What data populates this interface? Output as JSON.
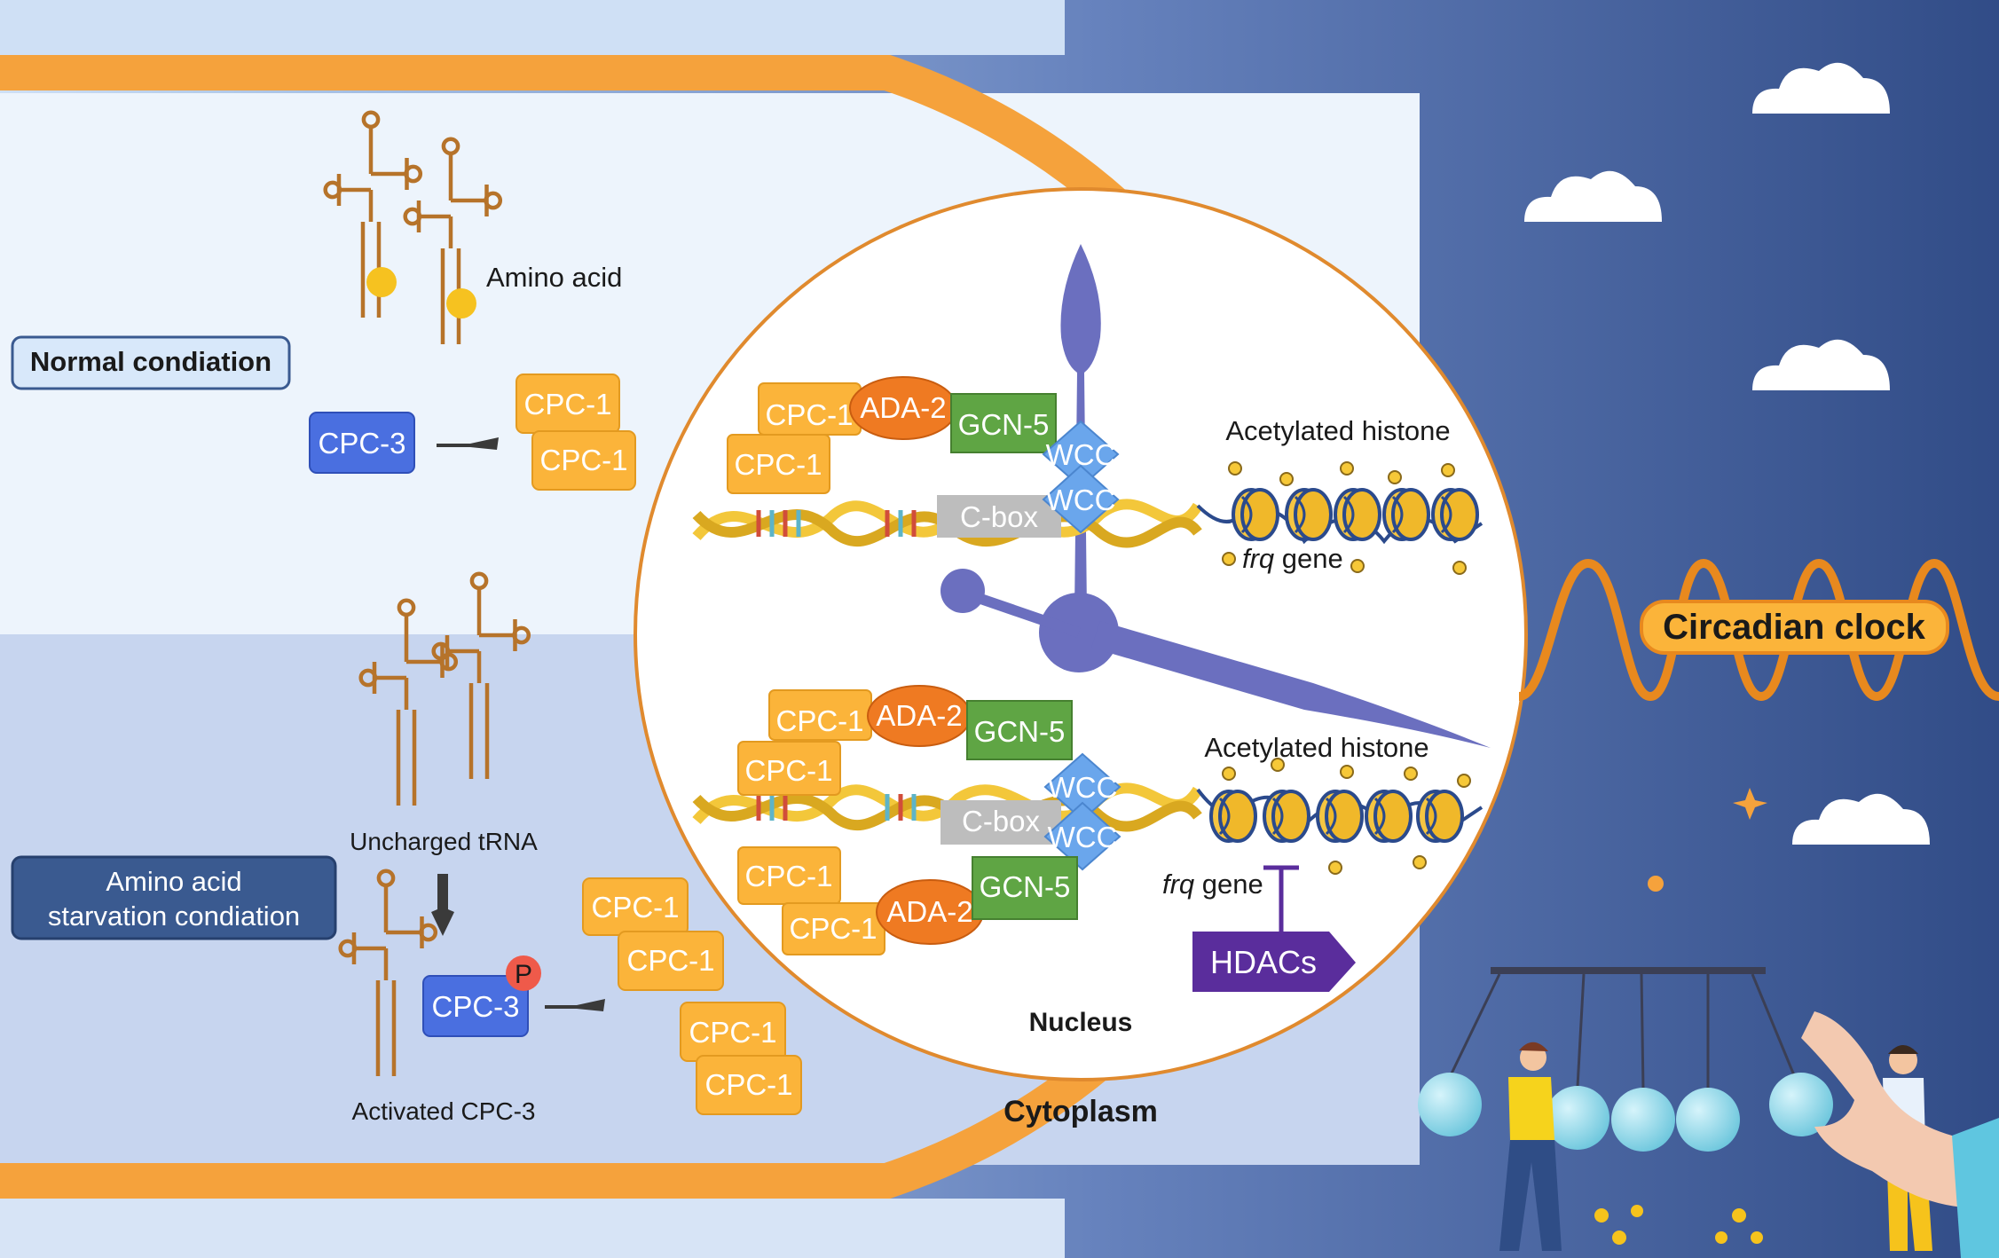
{
  "labels": {
    "amino_acid": "Amino acid",
    "uncharged_trna": "Uncharged tRNA",
    "activated_cpc3": "Activated CPC-3",
    "nucleus": "Nucleus",
    "cytoplasm": "Cytoplasm",
    "acetylated_histone": "Acetylated histone",
    "frq": "frq",
    "gene": " gene",
    "circadian_clock": "Circadian clock",
    "hdacs": "HDACs",
    "phospho": "P"
  },
  "conditions": {
    "normal": "Normal condiation",
    "starvation_line1": "Amino acid",
    "starvation_line2": "starvation condiation"
  },
  "proteins": {
    "cpc3": "CPC-3",
    "cpc1": "CPC-1",
    "ada2": "ADA-2",
    "gcn5": "GCN-5",
    "wcc": "WCC",
    "cbox": "C-box"
  },
  "colors": {
    "membrane": "#f5a23c",
    "cpc1": "#fbb43a",
    "cpc3": "#4a6fe0",
    "ada2": "#ef7a22",
    "gcn5": "#5fa544",
    "wcc": "#6aa6ec",
    "hdacs": "#5a2d9c",
    "clock_hand": "#6b6fbf",
    "sky_dark": "#3a5693"
  },
  "icons": [
    "trna-icon",
    "amino-acid-sphere-icon",
    "dna-helix-icon",
    "nucleosome-icon",
    "clock-hand-icon",
    "cloud-icon",
    "newtons-cradle-icon",
    "person-icon",
    "hand-icon",
    "inhibition-icon"
  ]
}
